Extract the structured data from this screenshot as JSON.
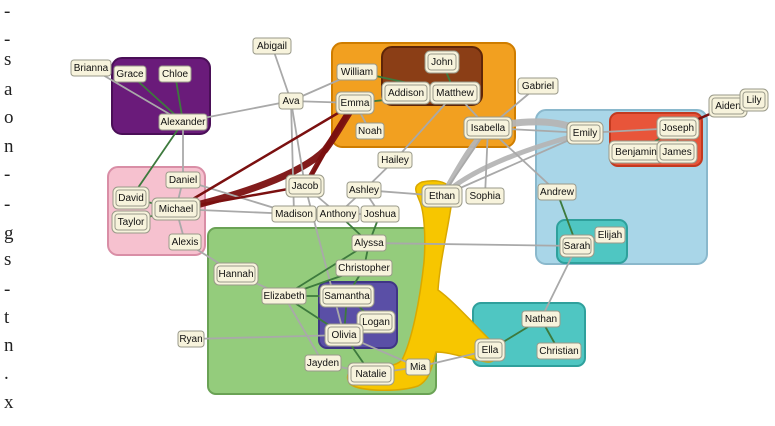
{
  "margin_text": [
    "-",
    "-",
    "s",
    "a",
    "o",
    "n",
    "-",
    "-",
    "g",
    "s",
    "-",
    "t",
    "n",
    ".",
    "x"
  ],
  "colors": {
    "edge_gray": "#a9a9a9",
    "edge_dark_green": "#3d7a3d",
    "edge_maroon": "#7b1010",
    "edge_yellow": "#f2c200",
    "node_fill": "#f7f3dc"
  },
  "groups": [
    {
      "id": "purple",
      "fill": "#6a1b7a",
      "stroke": "#4a0f57"
    },
    {
      "id": "pink",
      "fill": "#f6c1cf",
      "stroke": "#d98ea6"
    },
    {
      "id": "orange",
      "fill": "#f2a020",
      "stroke": "#cf7d00"
    },
    {
      "id": "brown",
      "fill": "#8b3e16",
      "stroke": "#5e2508"
    },
    {
      "id": "lightblue",
      "fill": "#a9d6e8",
      "stroke": "#8ab8cc"
    },
    {
      "id": "red",
      "fill": "#e8553a",
      "stroke": "#c23a20"
    },
    {
      "id": "green",
      "fill": "#94cc7c",
      "stroke": "#6aa255"
    },
    {
      "id": "indigo",
      "fill": "#5a4fa6",
      "stroke": "#3f3585"
    },
    {
      "id": "teal",
      "fill": "#4fc6c2",
      "stroke": "#2fa09c"
    },
    {
      "id": "teal-small",
      "fill": "#4fc6c2",
      "stroke": "#2fa09c"
    },
    {
      "id": "yellow-blob",
      "fill": "#f7c600",
      "stroke": "#d9a800"
    }
  ],
  "nodes": [
    {
      "id": "brianna",
      "label": "Brianna"
    },
    {
      "id": "grace",
      "label": "Grace"
    },
    {
      "id": "chloe",
      "label": "Chloe"
    },
    {
      "id": "alexander",
      "label": "Alexander"
    },
    {
      "id": "abigail",
      "label": "Abigail"
    },
    {
      "id": "ava",
      "label": "Ava"
    },
    {
      "id": "william",
      "label": "William"
    },
    {
      "id": "john",
      "label": "John"
    },
    {
      "id": "addison",
      "label": "Addison"
    },
    {
      "id": "matthew",
      "label": "Matthew"
    },
    {
      "id": "emma",
      "label": "Emma"
    },
    {
      "id": "noah",
      "label": "Noah"
    },
    {
      "id": "gabriel",
      "label": "Gabriel"
    },
    {
      "id": "isabella",
      "label": "Isabella"
    },
    {
      "id": "emily",
      "label": "Emily"
    },
    {
      "id": "joseph",
      "label": "Joseph"
    },
    {
      "id": "aiden",
      "label": "Aiden"
    },
    {
      "id": "lily",
      "label": "Lily"
    },
    {
      "id": "benjamin",
      "label": "Benjamin"
    },
    {
      "id": "james",
      "label": "James"
    },
    {
      "id": "hailey",
      "label": "Hailey"
    },
    {
      "id": "daniel",
      "label": "Daniel"
    },
    {
      "id": "jacob",
      "label": "Jacob"
    },
    {
      "id": "ashley",
      "label": "Ashley"
    },
    {
      "id": "ethan",
      "label": "Ethan"
    },
    {
      "id": "sophia",
      "label": "Sophia"
    },
    {
      "id": "david",
      "label": "David"
    },
    {
      "id": "michael",
      "label": "Michael"
    },
    {
      "id": "taylor",
      "label": "Taylor"
    },
    {
      "id": "madison",
      "label": "Madison"
    },
    {
      "id": "anthony",
      "label": "Anthony"
    },
    {
      "id": "joshua",
      "label": "Joshua"
    },
    {
      "id": "andrew",
      "label": "Andrew"
    },
    {
      "id": "alexis",
      "label": "Alexis"
    },
    {
      "id": "alyssa",
      "label": "Alyssa"
    },
    {
      "id": "elijah",
      "label": "Elijah"
    },
    {
      "id": "sarah",
      "label": "Sarah"
    },
    {
      "id": "christopher",
      "label": "Christopher"
    },
    {
      "id": "hannah",
      "label": "Hannah"
    },
    {
      "id": "elizabeth",
      "label": "Elizabeth"
    },
    {
      "id": "samantha",
      "label": "Samantha"
    },
    {
      "id": "logan",
      "label": "Logan"
    },
    {
      "id": "olivia",
      "label": "Olivia"
    },
    {
      "id": "nathan",
      "label": "Nathan"
    },
    {
      "id": "ryan",
      "label": "Ryan"
    },
    {
      "id": "christian",
      "label": "Christian"
    },
    {
      "id": "ella",
      "label": "Ella"
    },
    {
      "id": "jayden",
      "label": "Jayden"
    },
    {
      "id": "mia",
      "label": "Mia"
    },
    {
      "id": "natalie",
      "label": "Natalie"
    }
  ],
  "edges": [
    {
      "from": "brianna",
      "to": "alexander",
      "kind": "gray"
    },
    {
      "from": "grace",
      "to": "alexander",
      "kind": "dark"
    },
    {
      "from": "chloe",
      "to": "alexander",
      "kind": "dark"
    },
    {
      "from": "alexander",
      "to": "ava",
      "kind": "gray"
    },
    {
      "from": "alexander",
      "to": "daniel",
      "kind": "gray"
    },
    {
      "from": "alexander",
      "to": "david",
      "kind": "dark"
    },
    {
      "from": "abigail",
      "to": "ava",
      "kind": "gray"
    },
    {
      "from": "ava",
      "to": "william",
      "kind": "gray"
    },
    {
      "from": "ava",
      "to": "emma",
      "kind": "gray"
    },
    {
      "from": "ava",
      "to": "jacob",
      "kind": "gray"
    },
    {
      "from": "ava",
      "to": "madison",
      "kind": "gray"
    },
    {
      "from": "william",
      "to": "matthew",
      "kind": "dark"
    },
    {
      "from": "john",
      "to": "matthew",
      "kind": "dark"
    },
    {
      "from": "addison",
      "to": "matthew",
      "kind": "dark"
    },
    {
      "from": "emma",
      "to": "matthew",
      "kind": "dark"
    },
    {
      "from": "emma",
      "to": "noah",
      "kind": "gray"
    },
    {
      "from": "matthew",
      "to": "isabella",
      "kind": "gray"
    },
    {
      "from": "matthew",
      "to": "hailey",
      "kind": "gray"
    },
    {
      "from": "gabriel",
      "to": "isabella",
      "kind": "gray"
    },
    {
      "from": "isabella",
      "to": "emily",
      "kind": "gray"
    },
    {
      "from": "isabella",
      "to": "ethan",
      "kind": "gray"
    },
    {
      "from": "isabella",
      "to": "sophia",
      "kind": "gray"
    },
    {
      "from": "isabella",
      "to": "andrew",
      "kind": "gray"
    },
    {
      "from": "emily",
      "to": "joseph",
      "kind": "gray"
    },
    {
      "from": "emily",
      "to": "ethan",
      "kind": "gray"
    },
    {
      "from": "joseph",
      "to": "aiden",
      "kind": "maroon"
    },
    {
      "from": "joseph",
      "to": "benjamin",
      "kind": "dark"
    },
    {
      "from": "joseph",
      "to": "james",
      "kind": "dark"
    },
    {
      "from": "aiden",
      "to": "lily",
      "kind": "gray"
    },
    {
      "from": "hailey",
      "to": "ashley",
      "kind": "gray"
    },
    {
      "from": "daniel",
      "to": "michael",
      "kind": "gray"
    },
    {
      "from": "daniel",
      "to": "madison",
      "kind": "gray"
    },
    {
      "from": "david",
      "to": "michael",
      "kind": "dark"
    },
    {
      "from": "taylor",
      "to": "michael",
      "kind": "dark"
    },
    {
      "from": "michael",
      "to": "jacob",
      "kind": "maroon"
    },
    {
      "from": "jacob",
      "to": "emma",
      "kind": "maroon"
    },
    {
      "from": "michael",
      "to": "emma",
      "kind": "maroon"
    },
    {
      "from": "michael",
      "to": "alexis",
      "kind": "gray"
    },
    {
      "from": "michael",
      "to": "madison",
      "kind": "gray"
    },
    {
      "from": "jacob",
      "to": "anthony",
      "kind": "gray"
    },
    {
      "from": "jacob",
      "to": "olivia",
      "kind": "gray"
    },
    {
      "from": "ashley",
      "to": "joshua",
      "kind": "gray"
    },
    {
      "from": "ashley",
      "to": "ethan",
      "kind": "gray"
    },
    {
      "from": "ashley",
      "to": "anthony",
      "kind": "gray"
    },
    {
      "from": "madison",
      "to": "anthony",
      "kind": "gray"
    },
    {
      "from": "anthony",
      "to": "joshua",
      "kind": "gray"
    },
    {
      "from": "joshua",
      "to": "alyssa",
      "kind": "dark"
    },
    {
      "from": "anthony",
      "to": "alyssa",
      "kind": "dark"
    },
    {
      "from": "alyssa",
      "to": "christopher",
      "kind": "dark"
    },
    {
      "from": "alyssa",
      "to": "elizabeth",
      "kind": "dark"
    },
    {
      "from": "alyssa",
      "to": "sarah",
      "kind": "gray"
    },
    {
      "from": "alexis",
      "to": "hannah",
      "kind": "gray"
    },
    {
      "from": "hannah",
      "to": "elizabeth",
      "kind": "gray"
    },
    {
      "from": "christopher",
      "to": "samantha",
      "kind": "dark"
    },
    {
      "from": "christopher",
      "to": "elizabeth",
      "kind": "dark"
    },
    {
      "from": "elizabeth",
      "to": "samantha",
      "kind": "dark"
    },
    {
      "from": "elizabeth",
      "to": "olivia",
      "kind": "dark"
    },
    {
      "from": "elizabeth",
      "to": "jayden",
      "kind": "gray"
    },
    {
      "from": "samantha",
      "to": "olivia",
      "kind": "dark"
    },
    {
      "from": "samantha",
      "to": "logan",
      "kind": "dark"
    },
    {
      "from": "logan",
      "to": "olivia",
      "kind": "dark"
    },
    {
      "from": "ryan",
      "to": "olivia",
      "kind": "gray"
    },
    {
      "from": "olivia",
      "to": "natalie",
      "kind": "dark"
    },
    {
      "from": "olivia",
      "to": "mia",
      "kind": "gray"
    },
    {
      "from": "natalie",
      "to": "mia",
      "kind": "gray"
    },
    {
      "from": "jayden",
      "to": "natalie",
      "kind": "gray"
    },
    {
      "from": "mia",
      "to": "ella",
      "kind": "gray"
    },
    {
      "from": "andrew",
      "to": "sarah",
      "kind": "dark"
    },
    {
      "from": "sarah",
      "to": "elijah",
      "kind": "dark"
    },
    {
      "from": "sarah",
      "to": "nathan",
      "kind": "gray"
    },
    {
      "from": "nathan",
      "to": "ella",
      "kind": "dark"
    },
    {
      "from": "nathan",
      "to": "christian",
      "kind": "dark"
    }
  ]
}
